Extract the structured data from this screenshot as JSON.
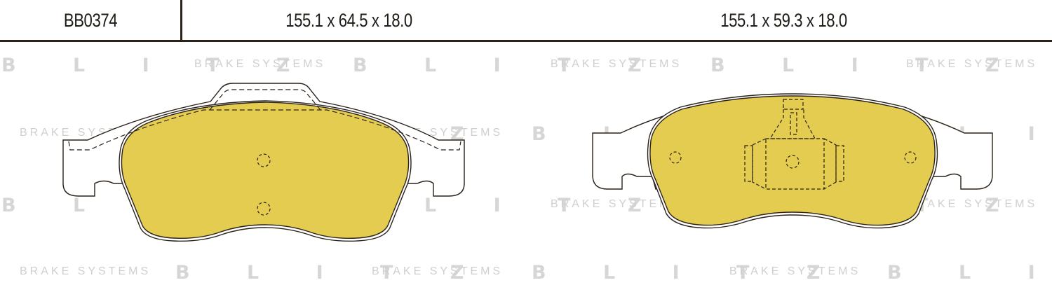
{
  "header": {
    "part_code": "BB0374",
    "dimensions_pad_1": "155.1 x 64.5 x 18.0",
    "dimensions_pad_2": "155.1 x 59.3 x 18.0"
  },
  "watermark": {
    "brand": "B L I T Z",
    "tagline": "BRAKE SYSTEMS"
  },
  "colors": {
    "friction_material": "#e3cc50",
    "outline": "#2a2118",
    "watermark": "#d6d6d6",
    "background": "#ffffff"
  },
  "pads": [
    {
      "name": "left-pad",
      "dimensions": "155.1 x 64.5 x 18.0"
    },
    {
      "name": "right-pad",
      "dimensions": "155.1 x 59.3 x 18.0"
    }
  ]
}
